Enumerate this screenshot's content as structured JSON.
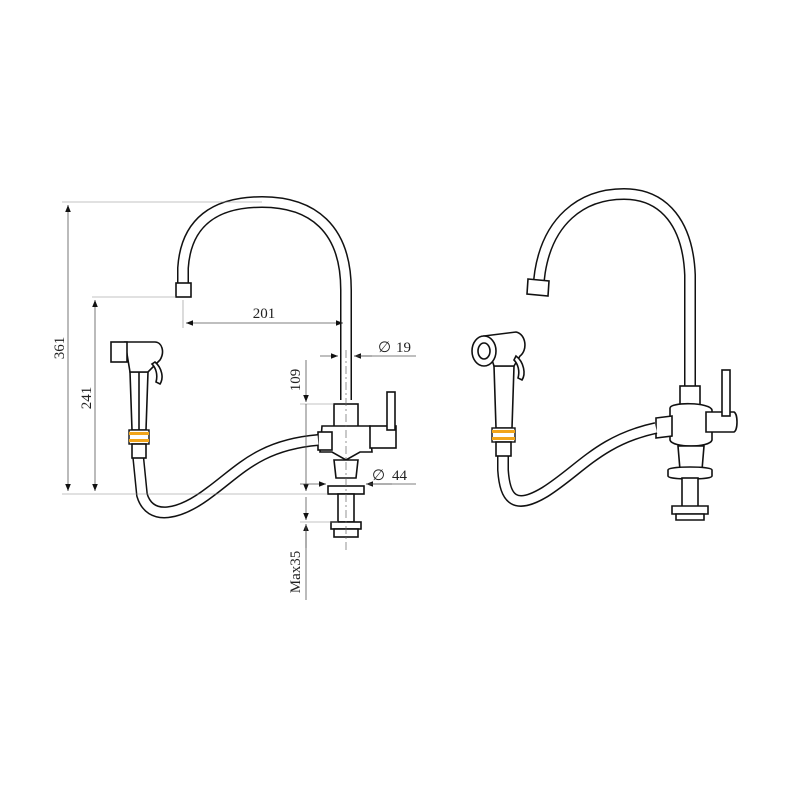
{
  "dimensions": {
    "overall_height": "361",
    "spout_height": "241",
    "spout_reach": "201",
    "spout_diameter": "19",
    "handle_height": "109",
    "base_diameter": "44",
    "max_thickness": "Max35",
    "diameter_symbol": "∅"
  },
  "colors": {
    "line": "#111111",
    "dimension": "#555555",
    "accent_band": "#f2a51a"
  },
  "views": [
    "dimensioned-drawing",
    "perspective-drawing"
  ]
}
